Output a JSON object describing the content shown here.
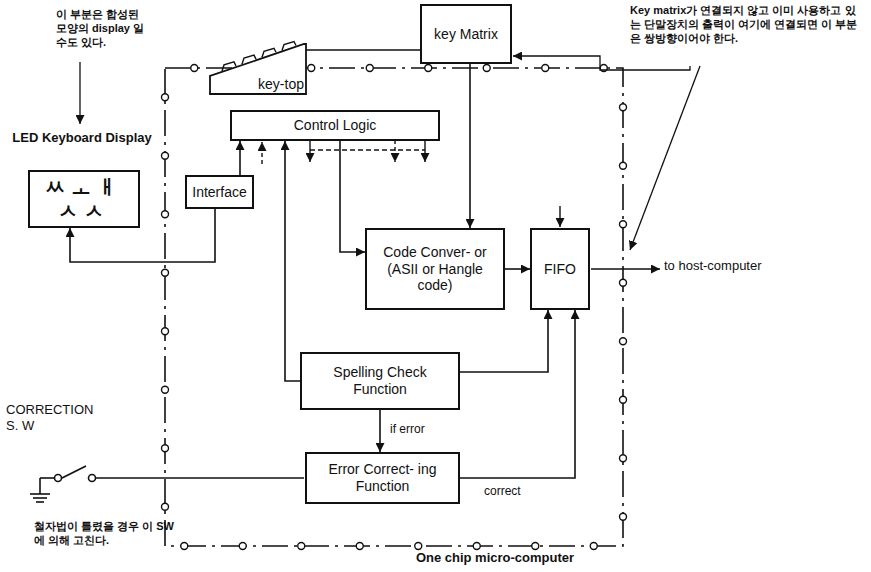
{
  "diagram": {
    "nodes": [
      {
        "text": [
          "key-top"
        ]
      },
      {
        "text": [
          "key Matrix"
        ]
      },
      {
        "text": [
          "One chip micro-computer"
        ]
      },
      {
        "text": [
          "Control Logic"
        ],
        "in": 2
      },
      {
        "text": [
          "Interface"
        ],
        "in": 2
      },
      {
        "text": [
          "Code Conver- or (ASII or Hangle code)"
        ],
        "in": 2
      },
      {
        "text": [
          "FIFO"
        ],
        "in": 2
      },
      {
        "text": [
          "Spelling Check Function"
        ],
        "in": 2
      },
      {
        "text": [
          "Error Correct- ing Function"
        ],
        "in": 2
      },
      {
        "text": [
          "LED Keyboard Display",
          "ㅆㅗㅐㅅㅅ"
        ]
      }
    ],
    "edges": [
      {
        "from": 0,
        "to": 1,
        "arrow": "none"
      },
      {
        "from": 1,
        "to": 5,
        "arrow": "to"
      },
      {
        "from": 5,
        "to": 6,
        "arrow": "to"
      },
      {
        "from": 4,
        "to": 3,
        "arrow": "to"
      },
      {
        "from": 3,
        "to": 5,
        "arrow": "to"
      },
      {
        "from": 4,
        "to": 9,
        "arrow": "to"
      },
      {
        "from": 7,
        "to": 6,
        "arrow": "to"
      },
      {
        "from": 7,
        "to": 8,
        "label": "if error",
        "arrow": "to"
      },
      {
        "from": 8,
        "to": 6,
        "label": "correct",
        "arrow": "to"
      },
      {
        "from": 7,
        "to": 3,
        "arrow": "to"
      }
    ],
    "labels": [
      "이 부분은 합성된 모양의 display 일수도 있다.",
      "Key matrix가 연결되지 않고 이미 사용하고 있는 단말장치의 출력이 여기에 연결되면 이 부분은 쌍방향이어야 한다.",
      "to host-computer",
      "CORRECTION S. W",
      "철자법이 틀렸을 경우 이 SW에 의해 고친다."
    ]
  }
}
